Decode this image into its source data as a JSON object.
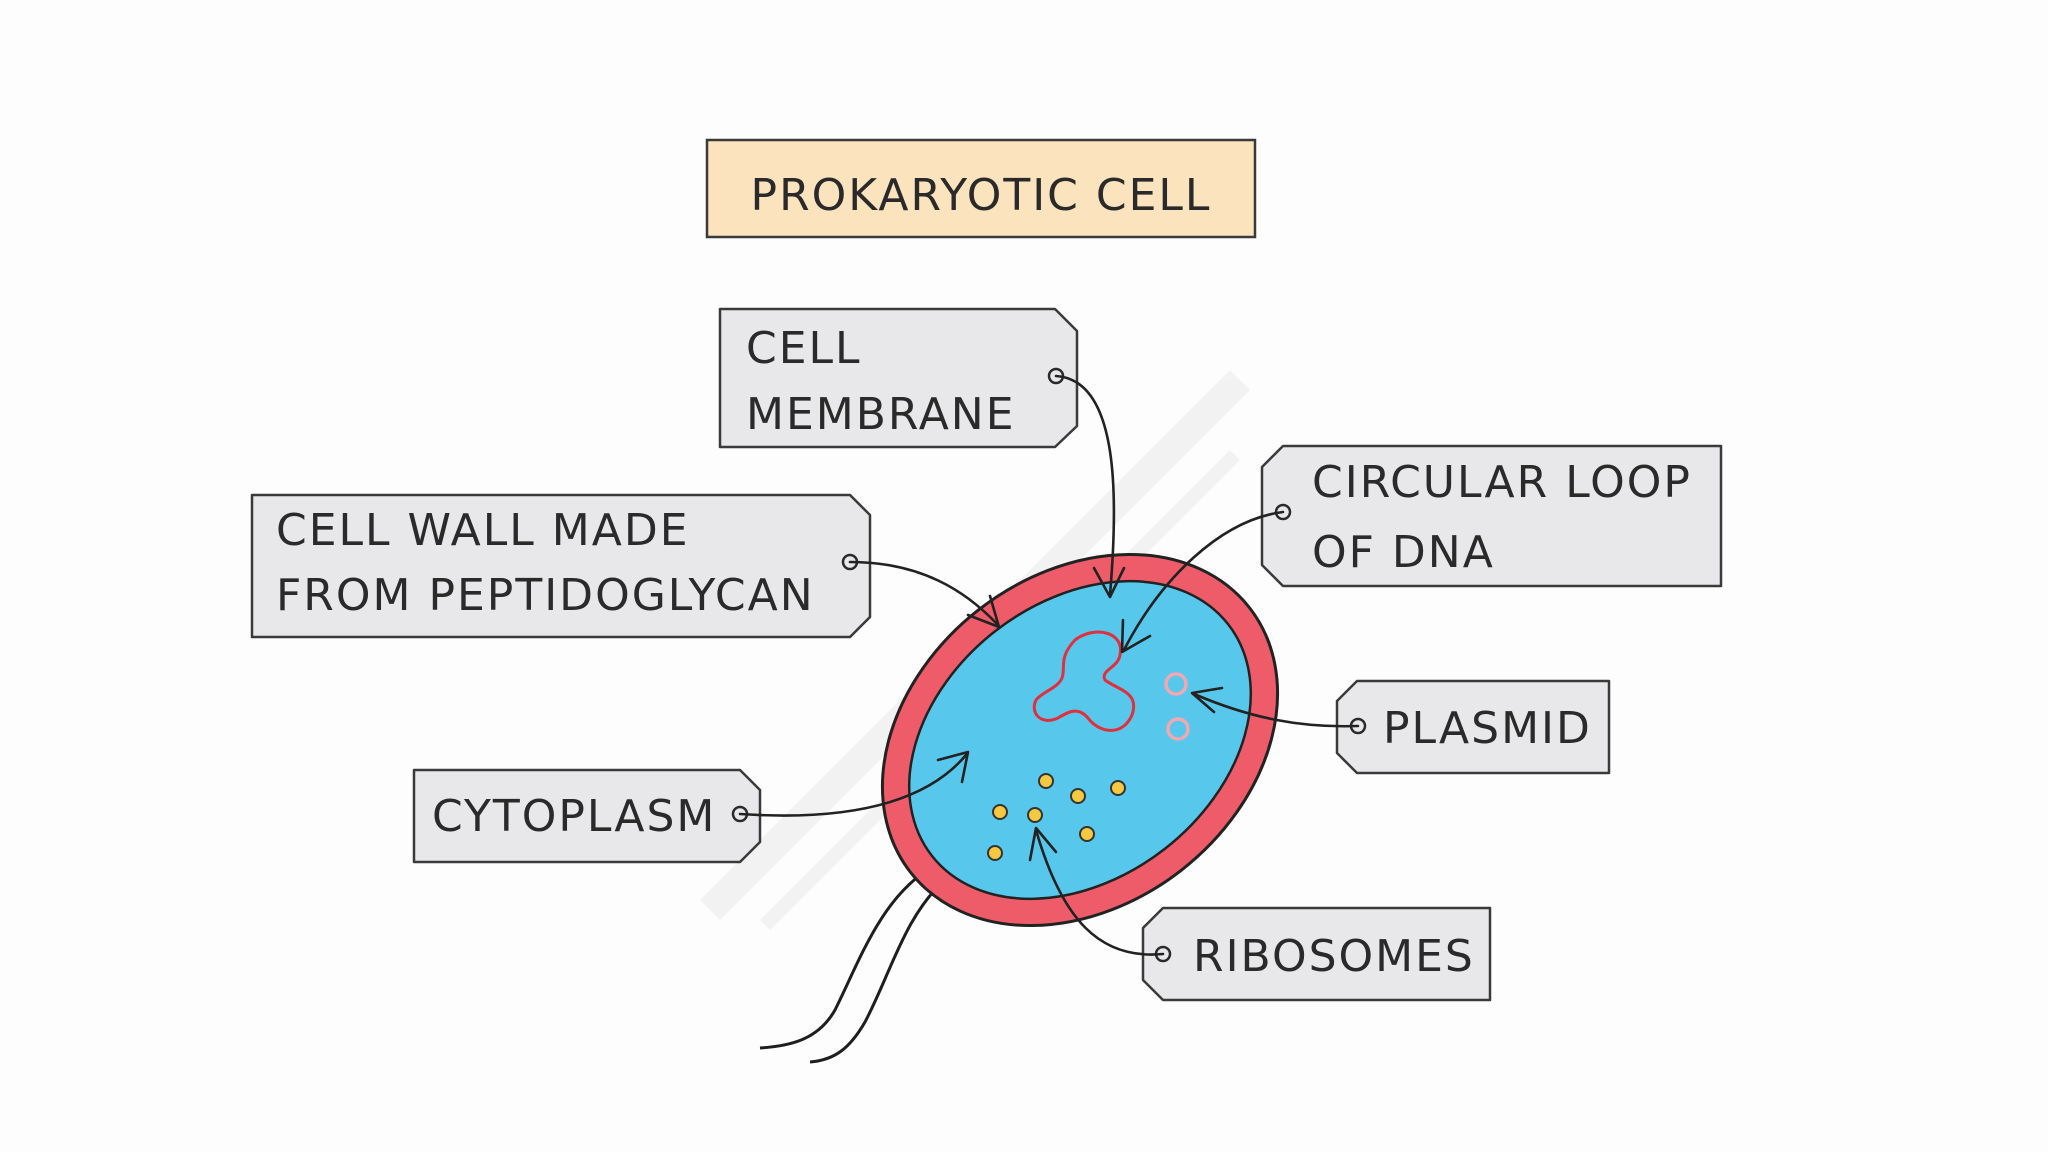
{
  "title": "PROKARYOTIC CELL",
  "labels": {
    "cell_membrane": [
      "CELL",
      "MEMBRANE"
    ],
    "cell_wall": [
      "CELL  WALL  MADE",
      "FROM  PEPTIDOGLYCAN"
    ],
    "dna_loop": [
      "CIRCULAR  LOOP",
      "OF  DNA"
    ],
    "plasmid": "PLASMID",
    "cytoplasm": "CYTOPLASM",
    "ribosomes": "RIBOSOMES"
  },
  "colors": {
    "title_fill": "#fbe3bd",
    "tag_fill": "#e8e8ea",
    "cell_wall": "#ee5c6a",
    "cytoplasm": "#57c8ec",
    "dna": "#e0303e",
    "plasmid": "#f4a7b0",
    "ribosome": "#f5c842"
  }
}
